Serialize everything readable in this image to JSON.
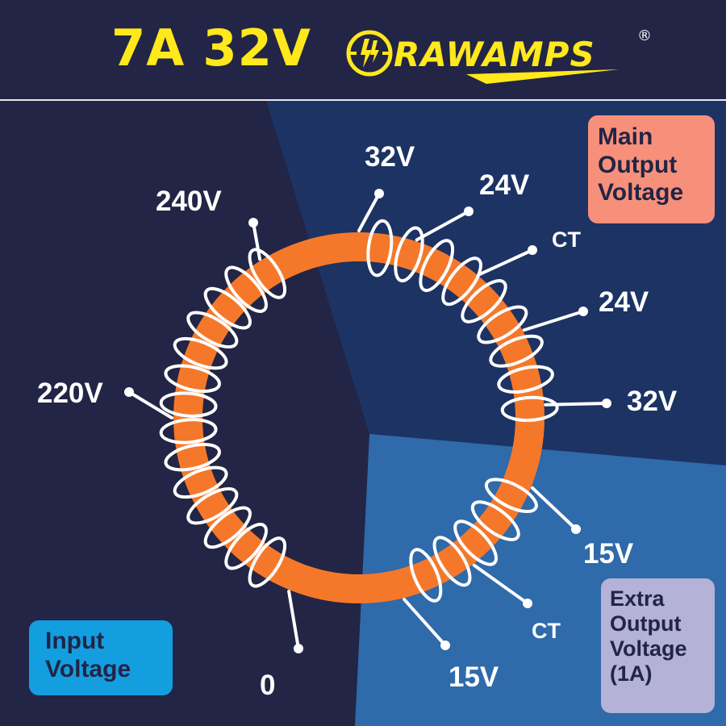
{
  "header": {
    "title": "7A 32V",
    "logo_text": "RAWAMPS",
    "logo_mark": "®",
    "title_color": "#ffe81c",
    "logo_color": "#ffe81c"
  },
  "input": {
    "box_lines": [
      "Input",
      "Voltage"
    ],
    "box_color": "#139ee0",
    "taps": [
      "240V",
      "220V",
      "0"
    ]
  },
  "main_output": {
    "box_lines": [
      "Main",
      "Output",
      "Voltage"
    ],
    "box_color": "#f7907a",
    "taps": [
      "32V",
      "24V",
      "CT",
      "24V",
      "32V"
    ]
  },
  "extra_output": {
    "box_lines": [
      "Extra",
      "Output",
      "Voltage",
      "(1A)"
    ],
    "box_color": "#b4b2d6",
    "taps": [
      "15V",
      "CT",
      "15V"
    ]
  },
  "colors": {
    "background_dark": "#222545",
    "background_mid": "#1c3364",
    "background_light": "#2f6aaa",
    "core": "#f5782a",
    "winding": "#ffffff"
  },
  "icons": {
    "core": "toroidal-core-ring",
    "winding": "coil-winding-loops",
    "logo": "lightning-bolt-logo"
  }
}
